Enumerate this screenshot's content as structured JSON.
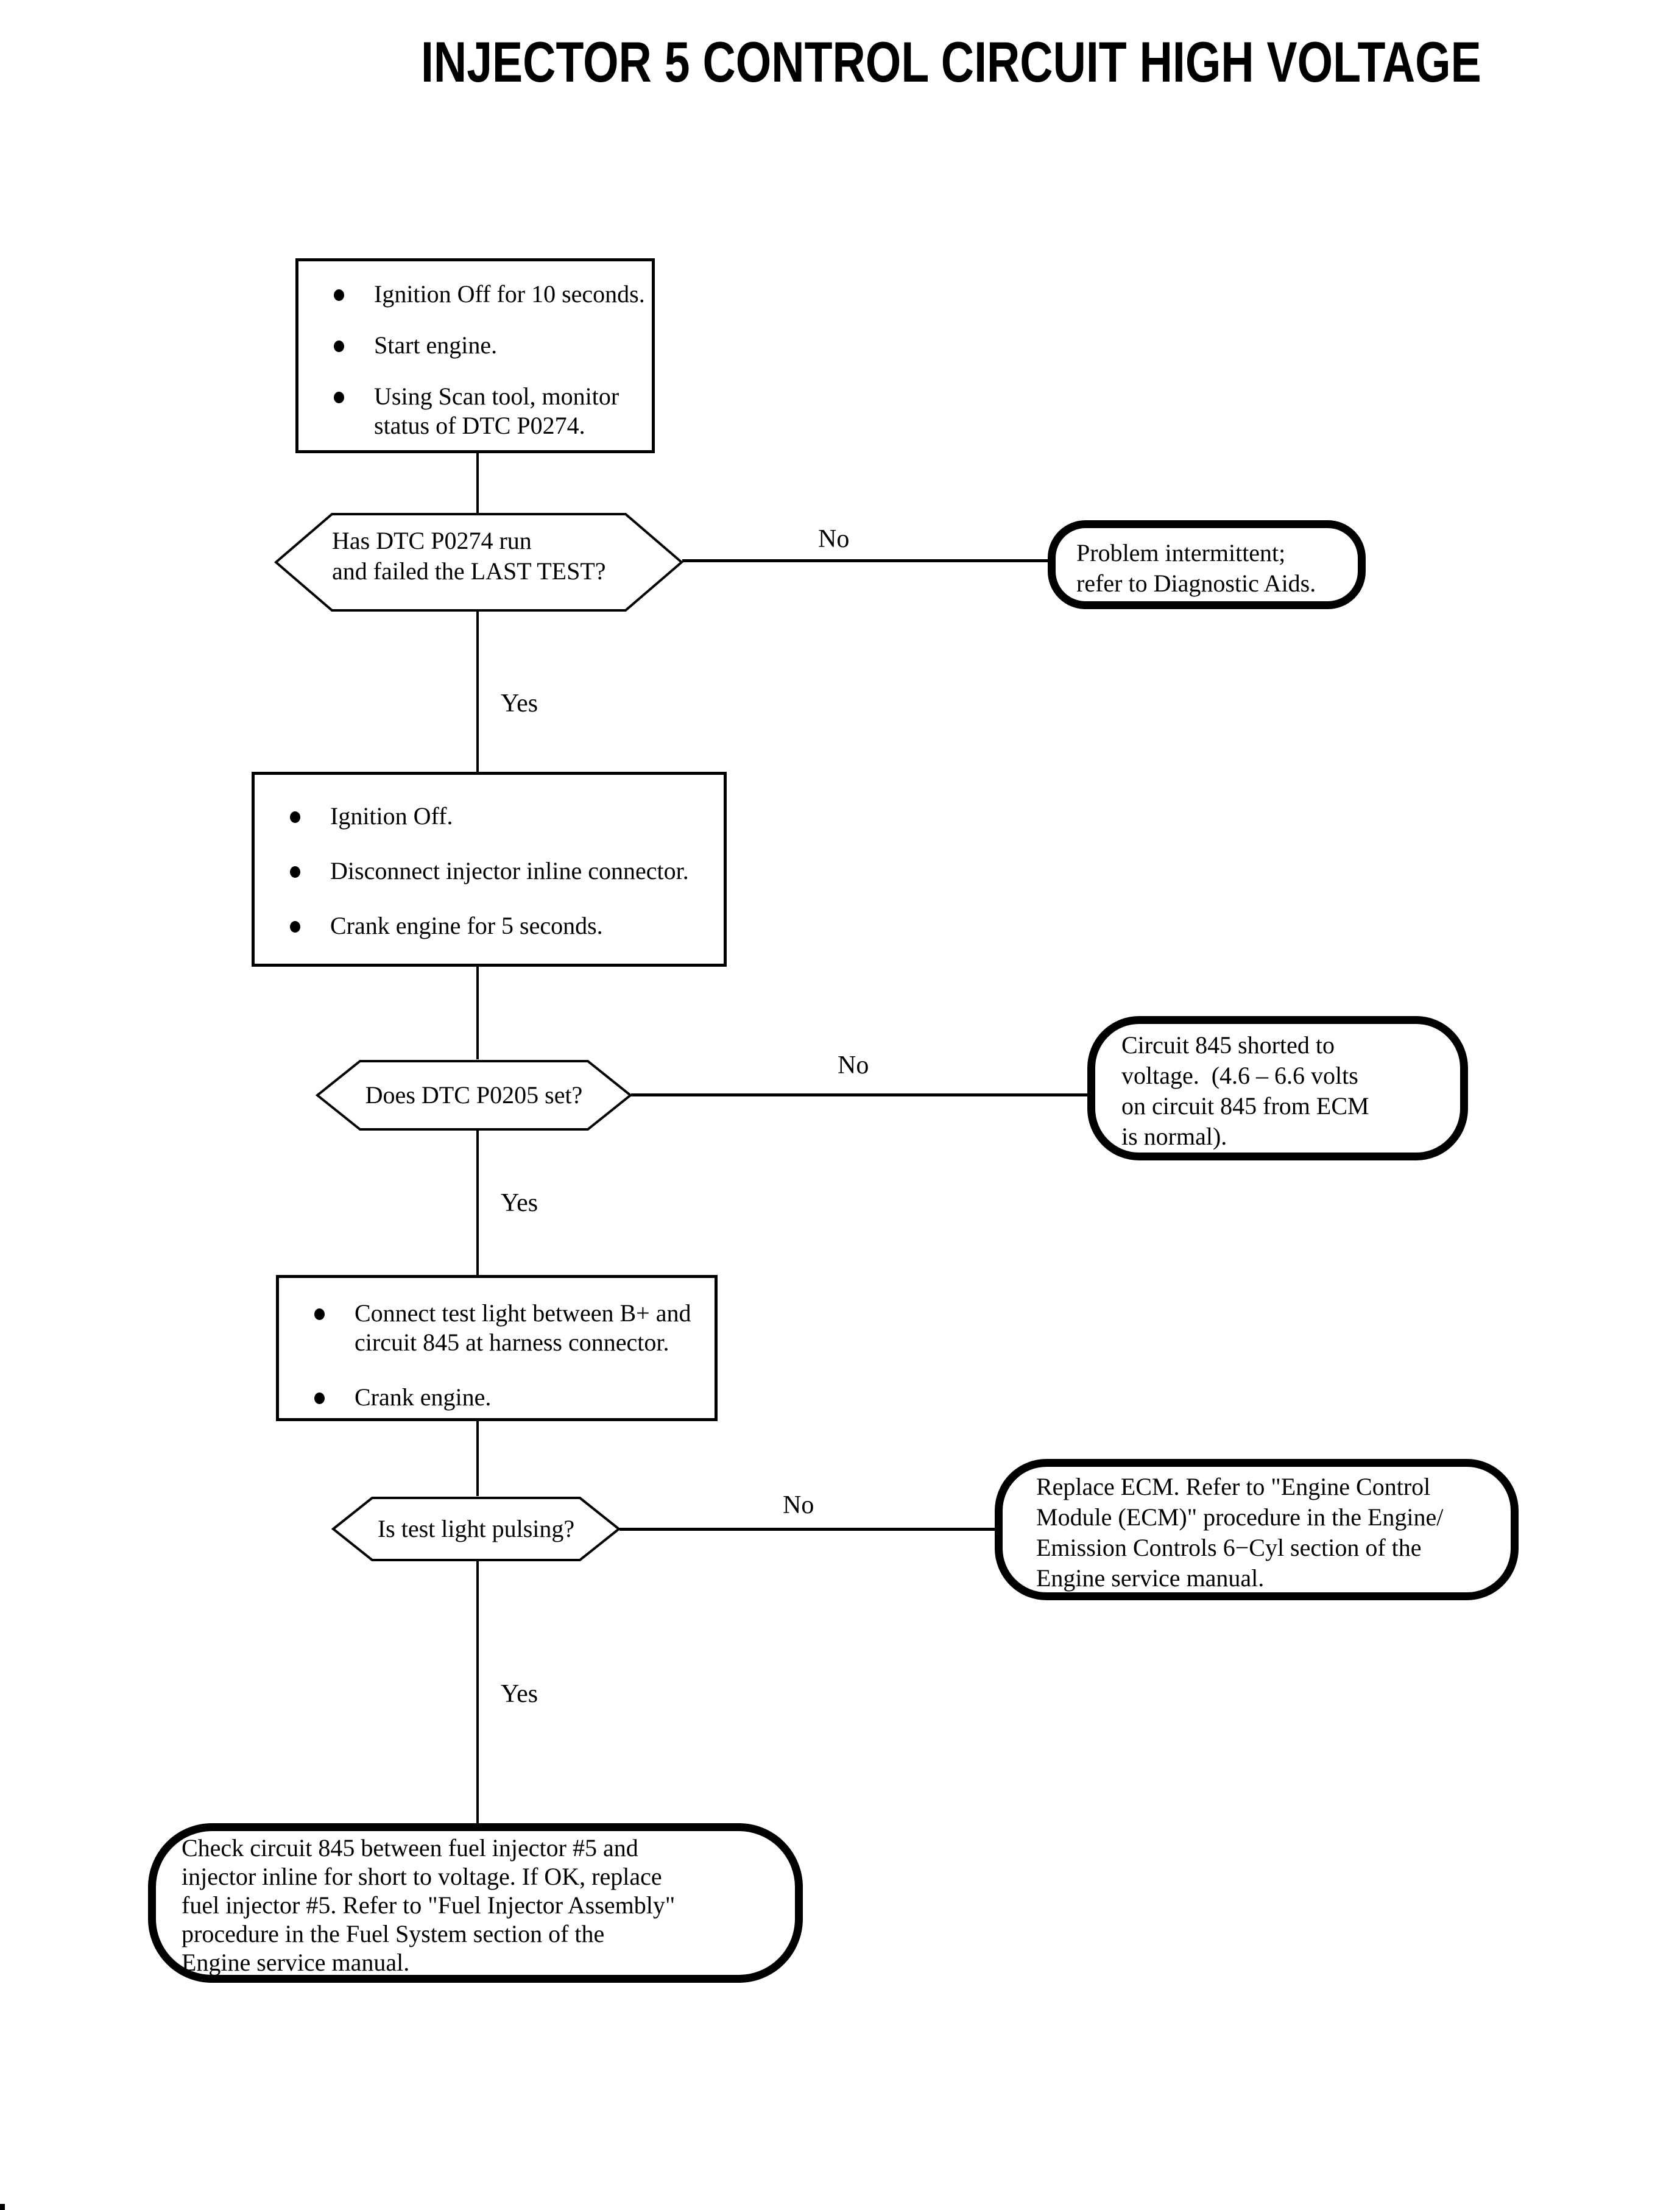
{
  "title": "INJECTOR 5 CONTROL CIRCUIT HIGH VOLTAGE",
  "connector_labels": {
    "yes": "Yes",
    "no": "No"
  },
  "colors": {
    "line": "#000000",
    "background": "#ffffff"
  },
  "flow": {
    "step1": {
      "bullets": [
        "Ignition Off for 10 seconds.",
        "Start engine.",
        "Using Scan tool, monitor\nstatus of DTC P0274."
      ]
    },
    "decision1": {
      "text": "Has DTC P0274 run\nand failed the LAST TEST?"
    },
    "result_no1": {
      "text": "Problem intermittent;\nrefer to Diagnostic Aids."
    },
    "step2": {
      "bullets": [
        "Ignition Off.",
        "Disconnect injector inline connector.",
        "Crank engine for 5 seconds."
      ]
    },
    "decision2": {
      "text": "Does DTC P0205 set?"
    },
    "result_no2": {
      "text": "Circuit 845 shorted to\nvoltage.  (4.6 – 6.6 volts\non circuit 845 from ECM\nis normal)."
    },
    "step3": {
      "bullets": [
        "Connect test light between B+ and\ncircuit 845 at harness connector.",
        "Crank engine."
      ]
    },
    "decision3": {
      "text": "Is test light pulsing?"
    },
    "result_no3": {
      "text": "Replace ECM. Refer to \"Engine Control\nModule (ECM)\" procedure in the Engine/\nEmission Controls 6−Cyl section of the\nEngine service manual."
    },
    "result_yes3": {
      "text": "Check circuit 845 between fuel injector #5 and\ninjector inline for short to voltage. If OK, replace\nfuel injector #5. Refer to \"Fuel Injector Assembly\"\nprocedure in the Fuel System section of the\nEngine service manual."
    }
  }
}
